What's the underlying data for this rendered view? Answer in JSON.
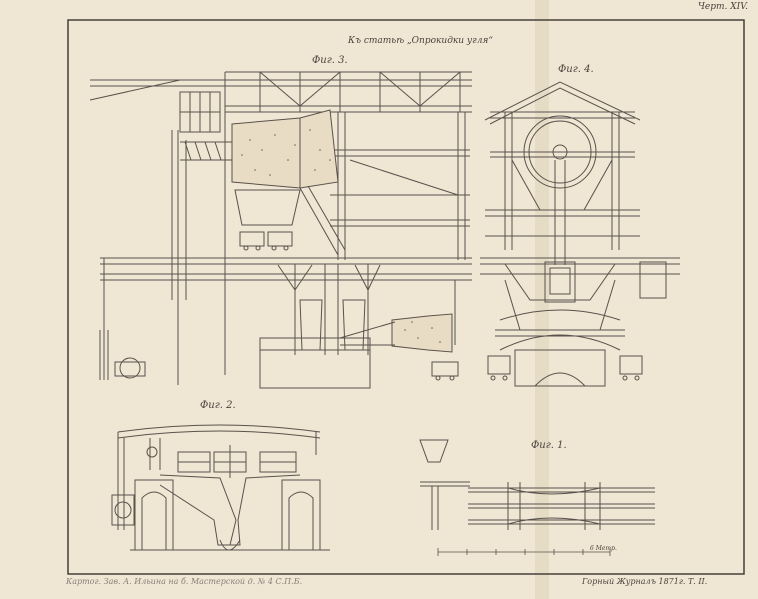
{
  "plate": {
    "number": "Черт. XIV.",
    "title": "Къ статьѣ „Опрокидки угля“",
    "imprint_left": "Картог. Зав. А. Ильина на б. Мастерской д. № 4 С.П.Б.",
    "imprint_right": "Горный Журналъ 1871г. Т. II."
  },
  "figures": {
    "fig3": "Фиг. 3.",
    "fig4": "Фиг. 4.",
    "fig2": "Фиг. 2.",
    "fig1": "Фиг. 1."
  },
  "scale": {
    "label": "6 Метр."
  },
  "colors": {
    "paper": "#efe6d3",
    "ink": "#5a524c",
    "frame": "#3a3430"
  }
}
